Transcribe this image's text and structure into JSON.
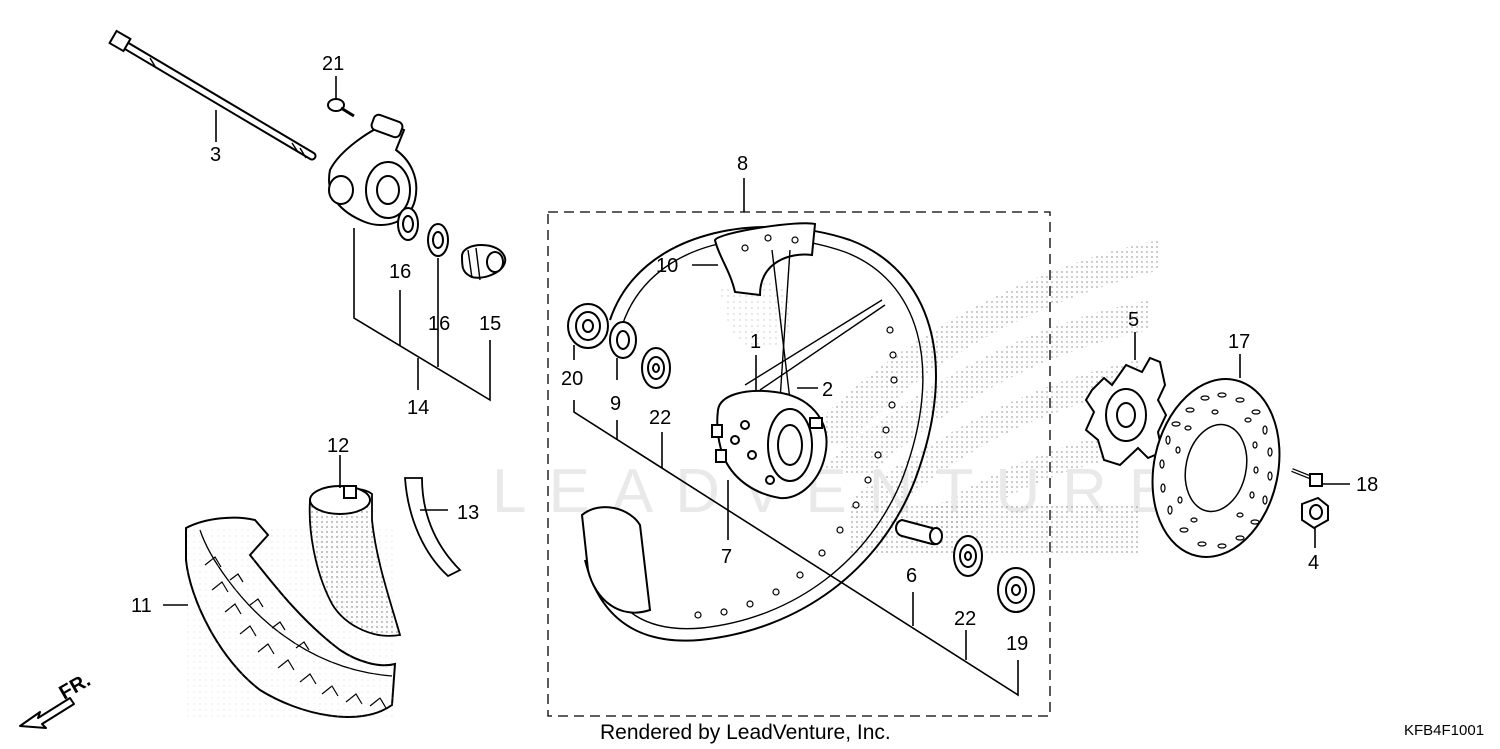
{
  "diagram": {
    "callouts": {
      "c1": "1",
      "c2": "2",
      "c3": "3",
      "c4": "4",
      "c5": "5",
      "c6": "6",
      "c7": "7",
      "c8": "8",
      "c9": "9",
      "c10": "10",
      "c11": "11",
      "c12": "12",
      "c13": "13",
      "c14": "14",
      "c15": "15",
      "c16a": "16",
      "c16b": "16",
      "c17": "17",
      "c18": "18",
      "c19": "19",
      "c20": "20",
      "c21": "21",
      "c22a": "22",
      "c22b": "22"
    },
    "direction_label": "FR.",
    "watermark": "LEADVENTURE",
    "footer": "Rendered by LeadVenture, Inc.",
    "diagram_code": "KFB4F1001"
  }
}
